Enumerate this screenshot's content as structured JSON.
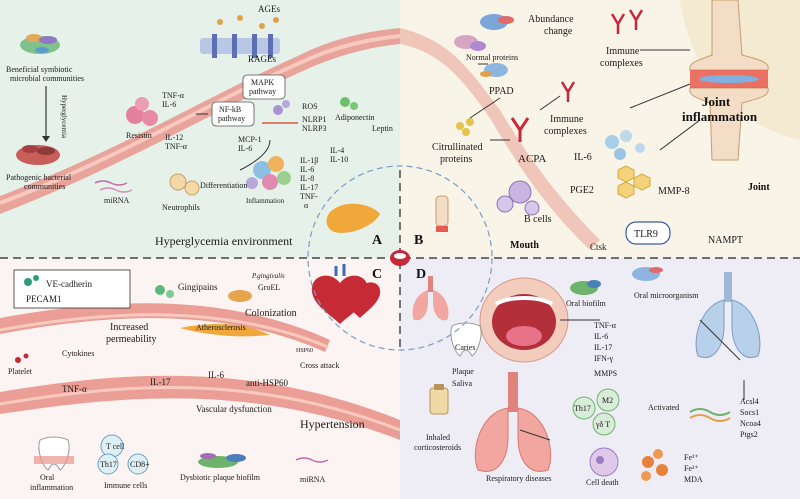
{
  "panel_a": {
    "title": "Hyperglycemia environment",
    "letter": "A",
    "labels": {
      "ages": "AGEs",
      "rages": "RAGEs",
      "beneficial": [
        "Beneficial symbiotic",
        "microbial communities"
      ],
      "hyperglycemia": "Hyperglycemia",
      "pathogenic": [
        "Pathogenic bacterial",
        "communities"
      ],
      "resistin": "Resistin",
      "tnf_il6": [
        "TNF-α",
        "IL-6"
      ],
      "il12_tnf": [
        "IL-12",
        "TNF-α"
      ],
      "mapk": [
        "MAPK",
        "pathway"
      ],
      "nfkb": [
        "NF-kB",
        "pathway"
      ],
      "ros": "ROS",
      "nlrp": [
        "NLRP1",
        "NLRP3"
      ],
      "adiponectin": "Adiponectin",
      "leptin": "Leptin",
      "mcp_il6": [
        "MCP-1",
        "IL-6"
      ],
      "il4_il10": [
        "IL-4",
        "IL-10"
      ],
      "cytokines": [
        "IL-1β",
        "IL-6",
        "IL-8",
        "IL-17",
        "TNF-",
        "α"
      ],
      "mirna": "miRNA",
      "differentiation": "Differentiation",
      "neutrophils": "Neutrophils",
      "inflammation": "Inflammation"
    }
  },
  "panel_b": {
    "letter": "B",
    "labels": {
      "abundance": [
        "Abundance",
        "change"
      ],
      "normal_proteins": "Normal proteins",
      "ppad": "PPAD",
      "citrullinated": [
        "Citrullinated",
        "proteins"
      ],
      "acpa": "ACPA",
      "immune_complexes_top": [
        "Immune",
        "complexes"
      ],
      "immune_complexes_mid": [
        "Immune",
        "complexes"
      ],
      "joint_inflammation": [
        "Joint",
        "inflammation"
      ],
      "il6": "IL-6",
      "pge2": "PGE2",
      "mmp8": "MMP-8",
      "b_cells": "B cells",
      "mouth": "Mouth",
      "joint": "Joint",
      "ctsk": "Ctsk",
      "tlr9": "TLR9",
      "nampt": "NAMPT"
    }
  },
  "panel_c": {
    "letter": "C",
    "labels": {
      "pgingivalis": "P.gingivalis",
      "groel": "GroEL",
      "gingipains": "Gingipains",
      "ve_cadherin": "VE-cadherin",
      "pecam1": "PECAM1",
      "colonization": "Colonization",
      "increased_permeability": [
        "Increased",
        "permeability"
      ],
      "atherosclerosis": "Atherosclerosis",
      "hsp60": "HSP60",
      "cross_attack": "Cross attack",
      "anti_hsp60": "anti-HSP60",
      "cytokines": "Cytokines",
      "platelet": "Platelet",
      "tnf": "TNF-α",
      "il17": "IL-17",
      "il6": "IL-6",
      "vascular_dysfunction": "Vascular dysfunction",
      "hypertension": "Hypertension",
      "t_cell": "T cell",
      "th17": "Th17",
      "cd8": "CD8+",
      "oral_inflammation": [
        "Oral",
        "inflammation"
      ],
      "immune_cells": "Immune cells",
      "dysbiotic": "Dysbiotic plaque biofilm",
      "mirna": "miRNA"
    }
  },
  "panel_d": {
    "letter": "D",
    "labels": {
      "oral_biofilm": "Oral biofilm",
      "oral_microorganism": "Oral microorganism",
      "caries": "Caries",
      "plaque": "Plaque",
      "saliva": "Saliva",
      "cytokines": [
        "TNF-α",
        "IL-6",
        "IL-17",
        "IFN-γ"
      ],
      "mmps": "MMPS",
      "activated": "Activated",
      "th17": "Th17",
      "m2": "M2",
      "gd_t": "γδ T",
      "inhaled": [
        "Inhaled",
        "corticosteroids"
      ],
      "respiratory": "Respiratory diseases",
      "cell_death": "Cell death",
      "genes": [
        "Acsl4",
        "Socs1",
        "Ncoa4",
        "Ptgs2"
      ],
      "iron": [
        "Fe³⁺",
        "Fe²⁺",
        "MDA"
      ]
    }
  },
  "colors": {
    "panel_a_bg": "#e6f1ea",
    "panel_b_bg": "#f8f4e8",
    "panel_c_bg": "#fbf4f2",
    "panel_d_bg": "#eeedf6",
    "vessel": "#e8958c",
    "vessel_inner": "#f7c9bf",
    "accent_red": "#c8283a",
    "accent_purple": "#9a7cc7",
    "accent_blue": "#6f93c7"
  }
}
